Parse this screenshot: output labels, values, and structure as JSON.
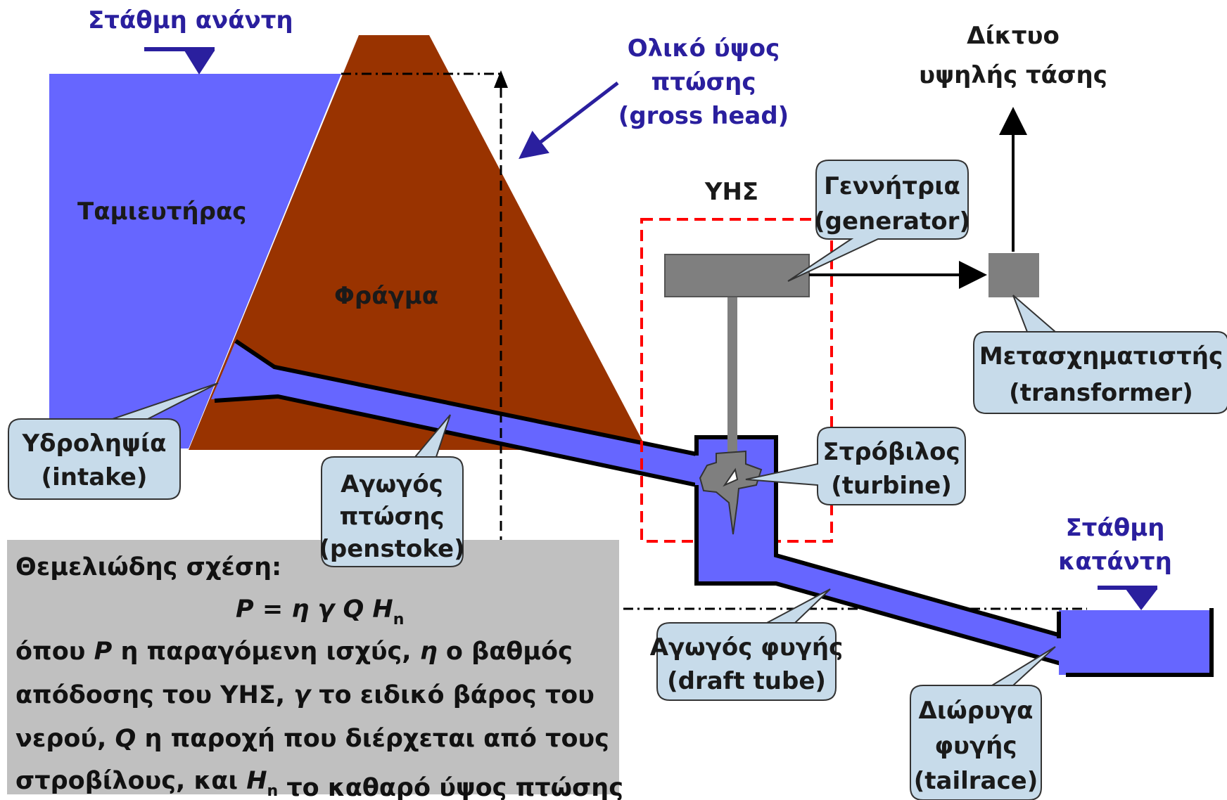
{
  "colors": {
    "water": "#6666ff",
    "dam": "#993300",
    "callout_fill": "#c7dbea",
    "formula_box": "#c0c0c0",
    "equipment": "#7f7f7f",
    "powerhouse_outline": "#ff0000",
    "label_blue": "#2a1f9e"
  },
  "labels": {
    "upstream_level": "Στάθμη ανάντη",
    "reservoir": "Ταμιευτήρας",
    "dam": "Φράγμα",
    "gross_head": [
      "Ολικό ύψος",
      "πτώσης",
      "(gross head)"
    ],
    "hps": "ΥΗΣ",
    "grid": [
      "Δίκτυο",
      "υψηλής τάσης"
    ],
    "downstream_level": [
      "Στάθμη",
      "κατάντη"
    ]
  },
  "callouts": {
    "generator": [
      "Γεννήτρια",
      "(generator)"
    ],
    "transformer": [
      "Μετασχηματιστής",
      "(transformer)"
    ],
    "turbine": [
      "Στρόβιλος",
      "(turbine)"
    ],
    "intake": [
      "Υδροληψία",
      "(intake)"
    ],
    "penstock": [
      "Αγωγός",
      "πτώσης",
      "(penstoke)"
    ],
    "draft_tube": [
      "Αγωγός φυγής",
      "(draft tube)"
    ],
    "tailrace": [
      "Διώρυγα",
      "φυγής",
      "(tailrace)"
    ]
  },
  "formula": {
    "heading": "Θεμελιώδης σχέση:",
    "equation": "P = η γ Q H",
    "equation_subscript": "n",
    "description": [
      {
        "parts": [
          {
            "t": "όπου ",
            "i": false
          },
          {
            "t": "P",
            "i": true
          },
          {
            "t": " η παραγόμενη ισχύς, ",
            "i": false
          },
          {
            "t": "η",
            "i": true
          },
          {
            "t": " ο βαθμός",
            "i": false
          }
        ]
      },
      {
        "parts": [
          {
            "t": "απόδοσης του ΥΗΣ, ",
            "i": false
          },
          {
            "t": "γ",
            "i": true
          },
          {
            "t": " το ειδικό βάρος του",
            "i": false
          }
        ]
      },
      {
        "parts": [
          {
            "t": "νερού, ",
            "i": false
          },
          {
            "t": "Q",
            "i": true
          },
          {
            "t": " η παροχή που διέρχεται από τους",
            "i": false
          }
        ]
      },
      {
        "parts": [
          {
            "t": "στροβίλους, και ",
            "i": false
          },
          {
            "t": "H",
            "i": true
          },
          {
            "t": "n",
            "i": false,
            "sub": true
          },
          {
            "t": " το καθαρό ύψος πτώσης",
            "i": false
          }
        ]
      }
    ]
  }
}
